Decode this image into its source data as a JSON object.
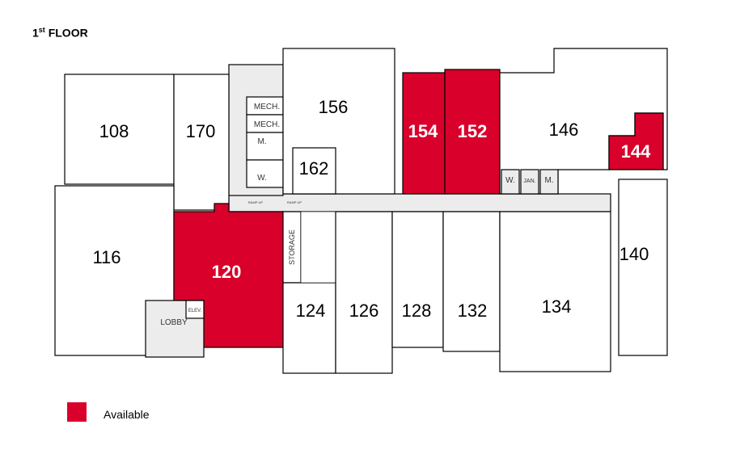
{
  "title": {
    "main": "1",
    "sup": "st",
    "rest": " FLOOR"
  },
  "colors": {
    "available": "#d9002b",
    "corridor": "#ececec"
  },
  "rooms": {
    "r108": "108",
    "r170": "170",
    "r156": "156",
    "r162": "162",
    "r154": "154",
    "r152": "152",
    "r146": "146",
    "r144": "144",
    "r116": "116",
    "r120": "120",
    "r124": "124",
    "r126": "126",
    "r128": "128",
    "r132": "132",
    "r134": "134",
    "r140": "140"
  },
  "available_rooms": [
    "154",
    "152",
    "144",
    "120"
  ],
  "utility": {
    "mech1": "MECH.",
    "mech2": "MECH.",
    "m1": "M.",
    "w1": "W.",
    "w2": "W.",
    "jan": "JAN.",
    "m2": "M.",
    "storage": "STORAGE",
    "lobby": "LOBBY",
    "elev": "ELEV.",
    "ramp1": "RAMP UP",
    "ramp2": "RAMP UP"
  },
  "legend": {
    "label": "Available"
  }
}
